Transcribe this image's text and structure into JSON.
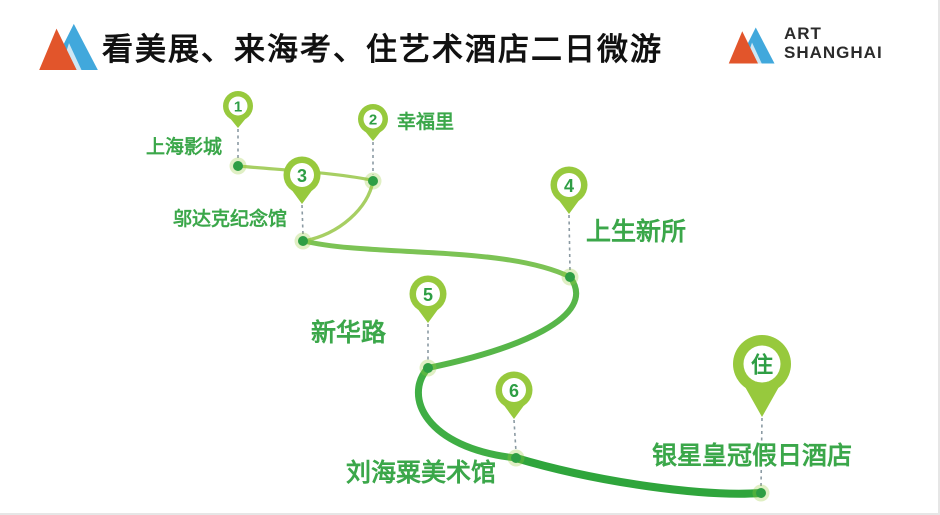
{
  "header": {
    "title": "看美展、来海考、住艺术酒店二日微游",
    "brand_text": {
      "line1": "ART",
      "line2": "SHANGHAI"
    },
    "icons": {
      "left_logo": "m-mountain-logo",
      "right_logo": "m-mountain-logo"
    }
  },
  "colors": {
    "logo_red": "#E2552B",
    "logo_blue": "#41A8DC",
    "logo_blue_light": "#CDE7F5",
    "title_text": "#111111",
    "brand_text": "#2B2B2B",
    "pin_fill": "#97C93D",
    "pin_number_green": "#2E9E44",
    "label_green": "#3BA74A",
    "connector_gray": "#8B9AA3",
    "route_green_start": "#A7CF63",
    "route_green_mid": "#57B649",
    "route_green_end": "#2FA53C"
  },
  "route": {
    "stops": [
      {
        "marker": "1",
        "label": "上海影城"
      },
      {
        "marker": "2",
        "label": "幸福里"
      },
      {
        "marker": "3",
        "label": "邬达克纪念馆"
      },
      {
        "marker": "4",
        "label": "上生新所"
      },
      {
        "marker": "5",
        "label": "新华路"
      },
      {
        "marker": "6",
        "label": "刘海粟美术馆"
      },
      {
        "marker": "住",
        "label": "银星皇冠假日酒店"
      }
    ]
  }
}
